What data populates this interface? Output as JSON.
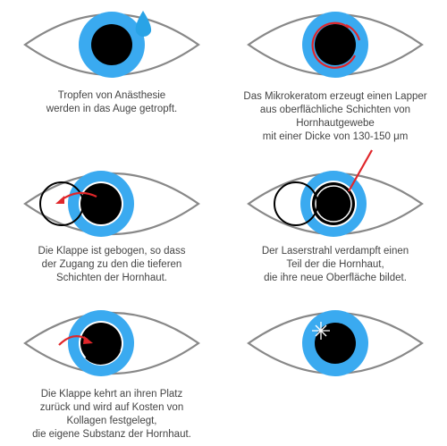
{
  "colors": {
    "iris": "#3aaaf0",
    "pupil": "#000000",
    "outline": "#888888",
    "arrow": "#e0262a",
    "drop": "#29a3e6",
    "text": "#444444"
  },
  "steps": [
    {
      "caption": "Tropfen von Anästhesie\nwerden in das Auge getropft."
    },
    {
      "caption": "Das Mikrokeratom erzeugt einen Lapper\naus oberflächliche Schichten von\nHornhautgewebe\nmit einer Dicke von 130-150 μm"
    },
    {
      "caption": "Die Klappe ist gebogen, so dass\nder Zugang zu den die tieferen\nSchichten der Hornhaut."
    },
    {
      "caption": "Der Laserstrahl verdampft einen\nTeil der die Hornhaut,\ndie ihre neue Oberfläche bildet."
    },
    {
      "caption": "Die Klappe kehrt an ihren Platz\nzurück und wird auf Kosten von\nKollagen festgelegt,\ndie eigene Substanz der Hornhaut."
    },
    {
      "caption": ""
    }
  ]
}
